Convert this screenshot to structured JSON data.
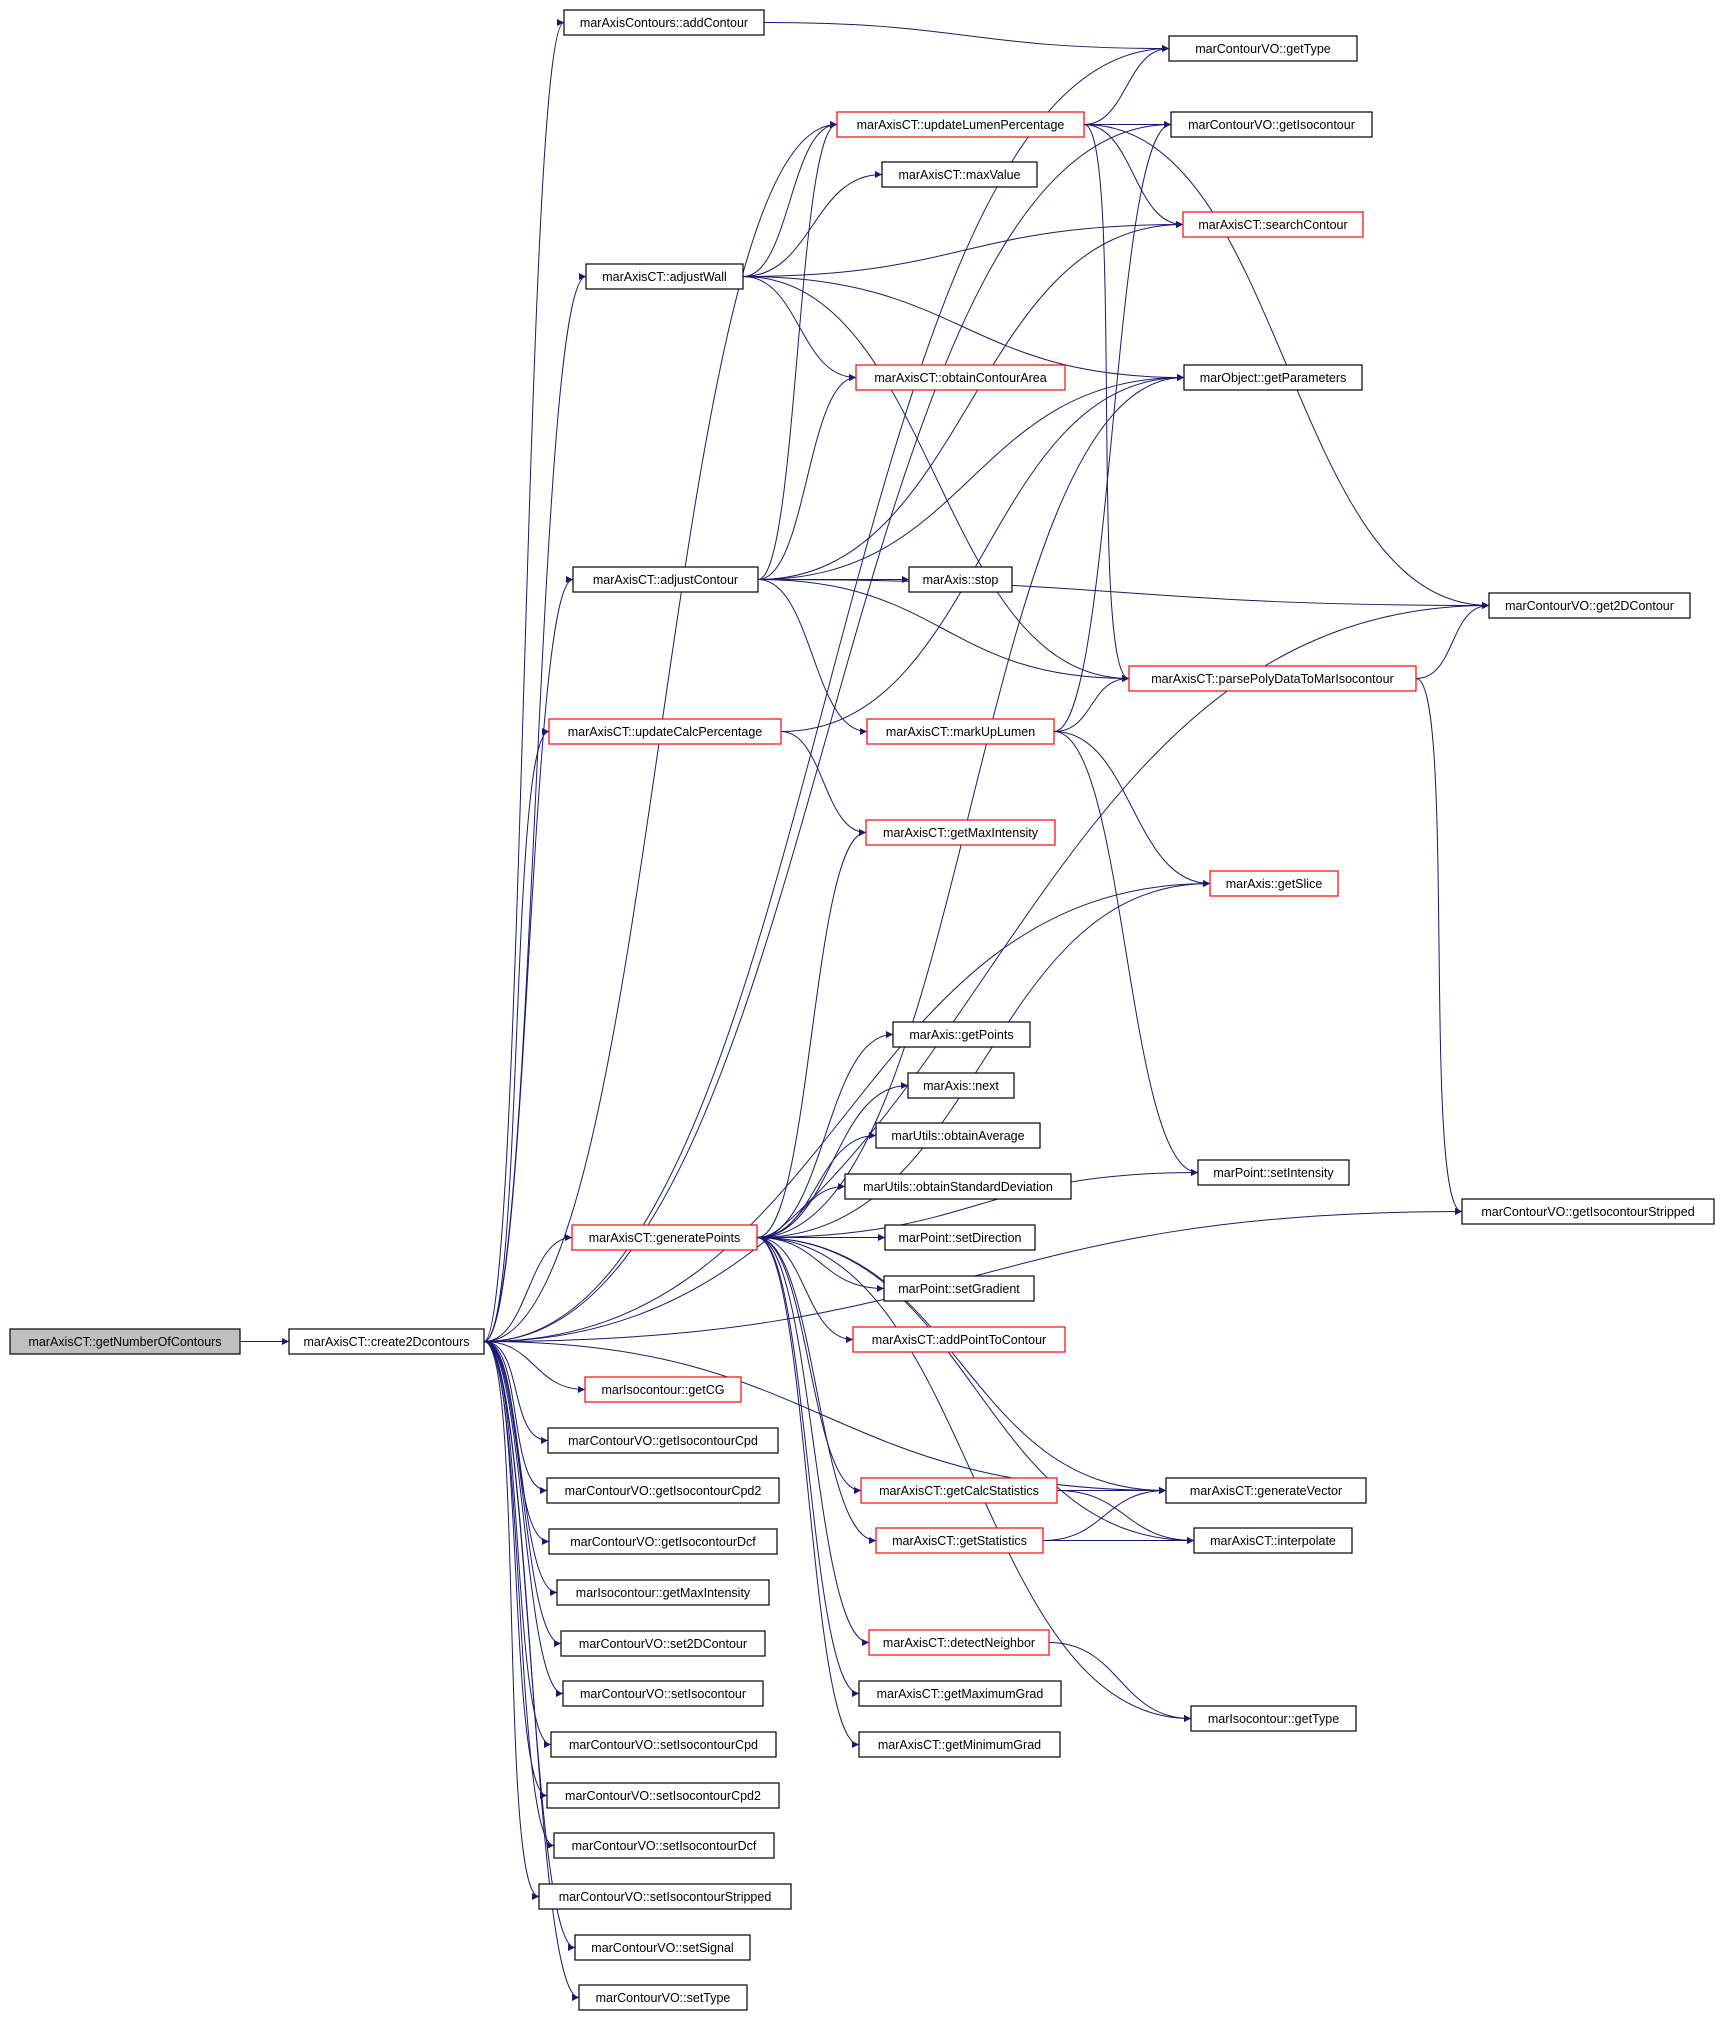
{
  "colors": {
    "edge": "#191970",
    "normal_border": "#000000",
    "truncated_border": "#ff0000",
    "root_fill": "#bfbfbf",
    "node_fill": "#ffffff"
  },
  "nodes": [
    {
      "id": "getNumberOfContours",
      "label": "marAxisCT::getNumberOfContours",
      "style": "root"
    },
    {
      "id": "create2Dcontours",
      "label": "marAxisCT::create2Dcontours",
      "style": "normal"
    },
    {
      "id": "addContour",
      "label": "marAxisContours::addContour",
      "style": "normal"
    },
    {
      "id": "getType",
      "label": "marContourVO::getType",
      "style": "normal"
    },
    {
      "id": "updateLumenPercentage",
      "label": "marAxisCT::updateLumenPercentage",
      "style": "truncated"
    },
    {
      "id": "getIsocontour",
      "label": "marContourVO::getIsocontour",
      "style": "normal"
    },
    {
      "id": "maxValue",
      "label": "marAxisCT::maxValue",
      "style": "normal"
    },
    {
      "id": "searchContour",
      "label": "marAxisCT::searchContour",
      "style": "truncated"
    },
    {
      "id": "adjustWall",
      "label": "marAxisCT::adjustWall",
      "style": "normal"
    },
    {
      "id": "obtainContourArea",
      "label": "marAxisCT::obtainContourArea",
      "style": "truncated"
    },
    {
      "id": "getParameters",
      "label": "marObject::getParameters",
      "style": "normal"
    },
    {
      "id": "adjustContour",
      "label": "marAxisCT::adjustContour",
      "style": "normal"
    },
    {
      "id": "stop",
      "label": "marAxis::stop",
      "style": "normal"
    },
    {
      "id": "get2DContour",
      "label": "marContourVO::get2DContour",
      "style": "normal"
    },
    {
      "id": "parsePolyData",
      "label": "marAxisCT::parsePolyDataToMarIsocontour",
      "style": "truncated"
    },
    {
      "id": "updateCalcPercentage",
      "label": "marAxisCT::updateCalcPercentage",
      "style": "truncated"
    },
    {
      "id": "markUpLumen",
      "label": "marAxisCT::markUpLumen",
      "style": "truncated"
    },
    {
      "id": "getMaxIntensity",
      "label": "marAxisCT::getMaxIntensity",
      "style": "truncated"
    },
    {
      "id": "getSlice",
      "label": "marAxis::getSlice",
      "style": "truncated"
    },
    {
      "id": "getPoints",
      "label": "marAxis::getPoints",
      "style": "normal"
    },
    {
      "id": "next",
      "label": "marAxis::next",
      "style": "normal"
    },
    {
      "id": "obtainAverage",
      "label": "marUtils::obtainAverage",
      "style": "normal"
    },
    {
      "id": "setIntensity",
      "label": "marPoint::setIntensity",
      "style": "normal"
    },
    {
      "id": "obtainStdDev",
      "label": "marUtils::obtainStandardDeviation",
      "style": "normal"
    },
    {
      "id": "getIsocontourStripped",
      "label": "marContourVO::getIsocontourStripped",
      "style": "normal"
    },
    {
      "id": "generatePoints",
      "label": "marAxisCT::generatePoints",
      "style": "truncated"
    },
    {
      "id": "setDirection",
      "label": "marPoint::setDirection",
      "style": "normal"
    },
    {
      "id": "setGradient",
      "label": "marPoint::setGradient",
      "style": "normal"
    },
    {
      "id": "addPointToContour",
      "label": "marAxisCT::addPointToContour",
      "style": "truncated"
    },
    {
      "id": "getCG",
      "label": "marIsocontour::getCG",
      "style": "truncated"
    },
    {
      "id": "getIsocontourCpd",
      "label": "marContourVO::getIsocontourCpd",
      "style": "normal"
    },
    {
      "id": "getCalcStatistics",
      "label": "marAxisCT::getCalcStatistics",
      "style": "truncated"
    },
    {
      "id": "generateVector",
      "label": "marAxisCT::generateVector",
      "style": "normal"
    },
    {
      "id": "getIsocontourCpd2",
      "label": "marContourVO::getIsocontourCpd2",
      "style": "normal"
    },
    {
      "id": "getStatistics",
      "label": "marAxisCT::getStatistics",
      "style": "truncated"
    },
    {
      "id": "interpolate",
      "label": "marAxisCT::interpolate",
      "style": "normal"
    },
    {
      "id": "getIsocontourDcf",
      "label": "marContourVO::getIsocontourDcf",
      "style": "normal"
    },
    {
      "id": "isoGetMaxIntensity",
      "label": "marIsocontour::getMaxIntensity",
      "style": "normal"
    },
    {
      "id": "detectNeighbor",
      "label": "marAxisCT::detectNeighbor",
      "style": "truncated"
    },
    {
      "id": "set2DContour",
      "label": "marContourVO::set2DContour",
      "style": "normal"
    },
    {
      "id": "getMaximumGrad",
      "label": "marAxisCT::getMaximumGrad",
      "style": "normal"
    },
    {
      "id": "setIsocontour",
      "label": "marContourVO::setIsocontour",
      "style": "normal"
    },
    {
      "id": "isoGetType",
      "label": "marIsocontour::getType",
      "style": "normal"
    },
    {
      "id": "setIsocontourCpd",
      "label": "marContourVO::setIsocontourCpd",
      "style": "normal"
    },
    {
      "id": "getMinimumGrad",
      "label": "marAxisCT::getMinimumGrad",
      "style": "normal"
    },
    {
      "id": "setIsocontourCpd2",
      "label": "marContourVO::setIsocontourCpd2",
      "style": "normal"
    },
    {
      "id": "setIsocontourDcf",
      "label": "marContourVO::setIsocontourDcf",
      "style": "normal"
    },
    {
      "id": "setIsocontourStripped",
      "label": "marContourVO::setIsocontourStripped",
      "style": "normal"
    },
    {
      "id": "setSignal",
      "label": "marContourVO::setSignal",
      "style": "normal"
    },
    {
      "id": "setType",
      "label": "marContourVO::setType",
      "style": "normal"
    }
  ],
  "edges": [
    [
      "getNumberOfContours",
      "create2Dcontours"
    ],
    [
      "create2Dcontours",
      "addContour"
    ],
    [
      "create2Dcontours",
      "getType"
    ],
    [
      "create2Dcontours",
      "updateLumenPercentage"
    ],
    [
      "create2Dcontours",
      "getIsocontour"
    ],
    [
      "create2Dcontours",
      "adjustWall"
    ],
    [
      "create2Dcontours",
      "adjustContour"
    ],
    [
      "create2Dcontours",
      "updateCalcPercentage"
    ],
    [
      "create2Dcontours",
      "get2DContour"
    ],
    [
      "create2Dcontours",
      "getSlice"
    ],
    [
      "create2Dcontours",
      "generatePoints"
    ],
    [
      "create2Dcontours",
      "getCG"
    ],
    [
      "create2Dcontours",
      "getIsocontourCpd"
    ],
    [
      "create2Dcontours",
      "getIsocontourCpd2"
    ],
    [
      "create2Dcontours",
      "getIsocontourDcf"
    ],
    [
      "create2Dcontours",
      "isoGetMaxIntensity"
    ],
    [
      "create2Dcontours",
      "set2DContour"
    ],
    [
      "create2Dcontours",
      "setIsocontour"
    ],
    [
      "create2Dcontours",
      "setIsocontourCpd"
    ],
    [
      "create2Dcontours",
      "setIsocontourCpd2"
    ],
    [
      "create2Dcontours",
      "setIsocontourDcf"
    ],
    [
      "create2Dcontours",
      "setIsocontourStripped"
    ],
    [
      "create2Dcontours",
      "setSignal"
    ],
    [
      "create2Dcontours",
      "setType"
    ],
    [
      "create2Dcontours",
      "getIsocontourStripped"
    ],
    [
      "create2Dcontours",
      "generateVector"
    ],
    [
      "addContour",
      "getType"
    ],
    [
      "updateLumenPercentage",
      "getType"
    ],
    [
      "updateLumenPercentage",
      "getIsocontour"
    ],
    [
      "updateLumenPercentage",
      "searchContour"
    ],
    [
      "updateLumenPercentage",
      "get2DContour"
    ],
    [
      "updateLumenPercentage",
      "parsePolyData"
    ],
    [
      "adjustWall",
      "updateLumenPercentage"
    ],
    [
      "adjustWall",
      "maxValue"
    ],
    [
      "adjustWall",
      "searchContour"
    ],
    [
      "adjustWall",
      "obtainContourArea"
    ],
    [
      "adjustWall",
      "getParameters"
    ],
    [
      "adjustWall",
      "parsePolyData"
    ],
    [
      "adjustContour",
      "updateLumenPercentage"
    ],
    [
      "adjustContour",
      "obtainContourArea"
    ],
    [
      "adjustContour",
      "getParameters"
    ],
    [
      "adjustContour",
      "stop"
    ],
    [
      "adjustContour",
      "get2DContour"
    ],
    [
      "adjustContour",
      "parsePolyData"
    ],
    [
      "adjustContour",
      "markUpLumen"
    ],
    [
      "adjustContour",
      "searchContour"
    ],
    [
      "updateCalcPercentage",
      "getParameters"
    ],
    [
      "updateCalcPercentage",
      "getMaxIntensity"
    ],
    [
      "markUpLumen",
      "parsePolyData"
    ],
    [
      "markUpLumen",
      "getSlice"
    ],
    [
      "markUpLumen",
      "getIsocontour"
    ],
    [
      "markUpLumen",
      "setIntensity"
    ],
    [
      "parsePolyData",
      "get2DContour"
    ],
    [
      "parsePolyData",
      "getIsocontourStripped"
    ],
    [
      "generatePoints",
      "getMaxIntensity"
    ],
    [
      "generatePoints",
      "getSlice"
    ],
    [
      "generatePoints",
      "getPoints"
    ],
    [
      "generatePoints",
      "next"
    ],
    [
      "generatePoints",
      "obtainAverage"
    ],
    [
      "generatePoints",
      "obtainStdDev"
    ],
    [
      "generatePoints",
      "setDirection"
    ],
    [
      "generatePoints",
      "setGradient"
    ],
    [
      "generatePoints",
      "addPointToContour"
    ],
    [
      "generatePoints",
      "getCalcStatistics"
    ],
    [
      "generatePoints",
      "getStatistics"
    ],
    [
      "generatePoints",
      "detectNeighbor"
    ],
    [
      "generatePoints",
      "getMaximumGrad"
    ],
    [
      "generatePoints",
      "getMinimumGrad"
    ],
    [
      "generatePoints",
      "setIntensity"
    ],
    [
      "generatePoints",
      "generateVector"
    ],
    [
      "generatePoints",
      "interpolate"
    ],
    [
      "generatePoints",
      "isoGetType"
    ],
    [
      "generatePoints",
      "getParameters"
    ],
    [
      "getCalcStatistics",
      "generateVector"
    ],
    [
      "getCalcStatistics",
      "interpolate"
    ],
    [
      "getStatistics",
      "generateVector"
    ],
    [
      "getStatistics",
      "interpolate"
    ],
    [
      "detectNeighbor",
      "isoGetType"
    ]
  ]
}
